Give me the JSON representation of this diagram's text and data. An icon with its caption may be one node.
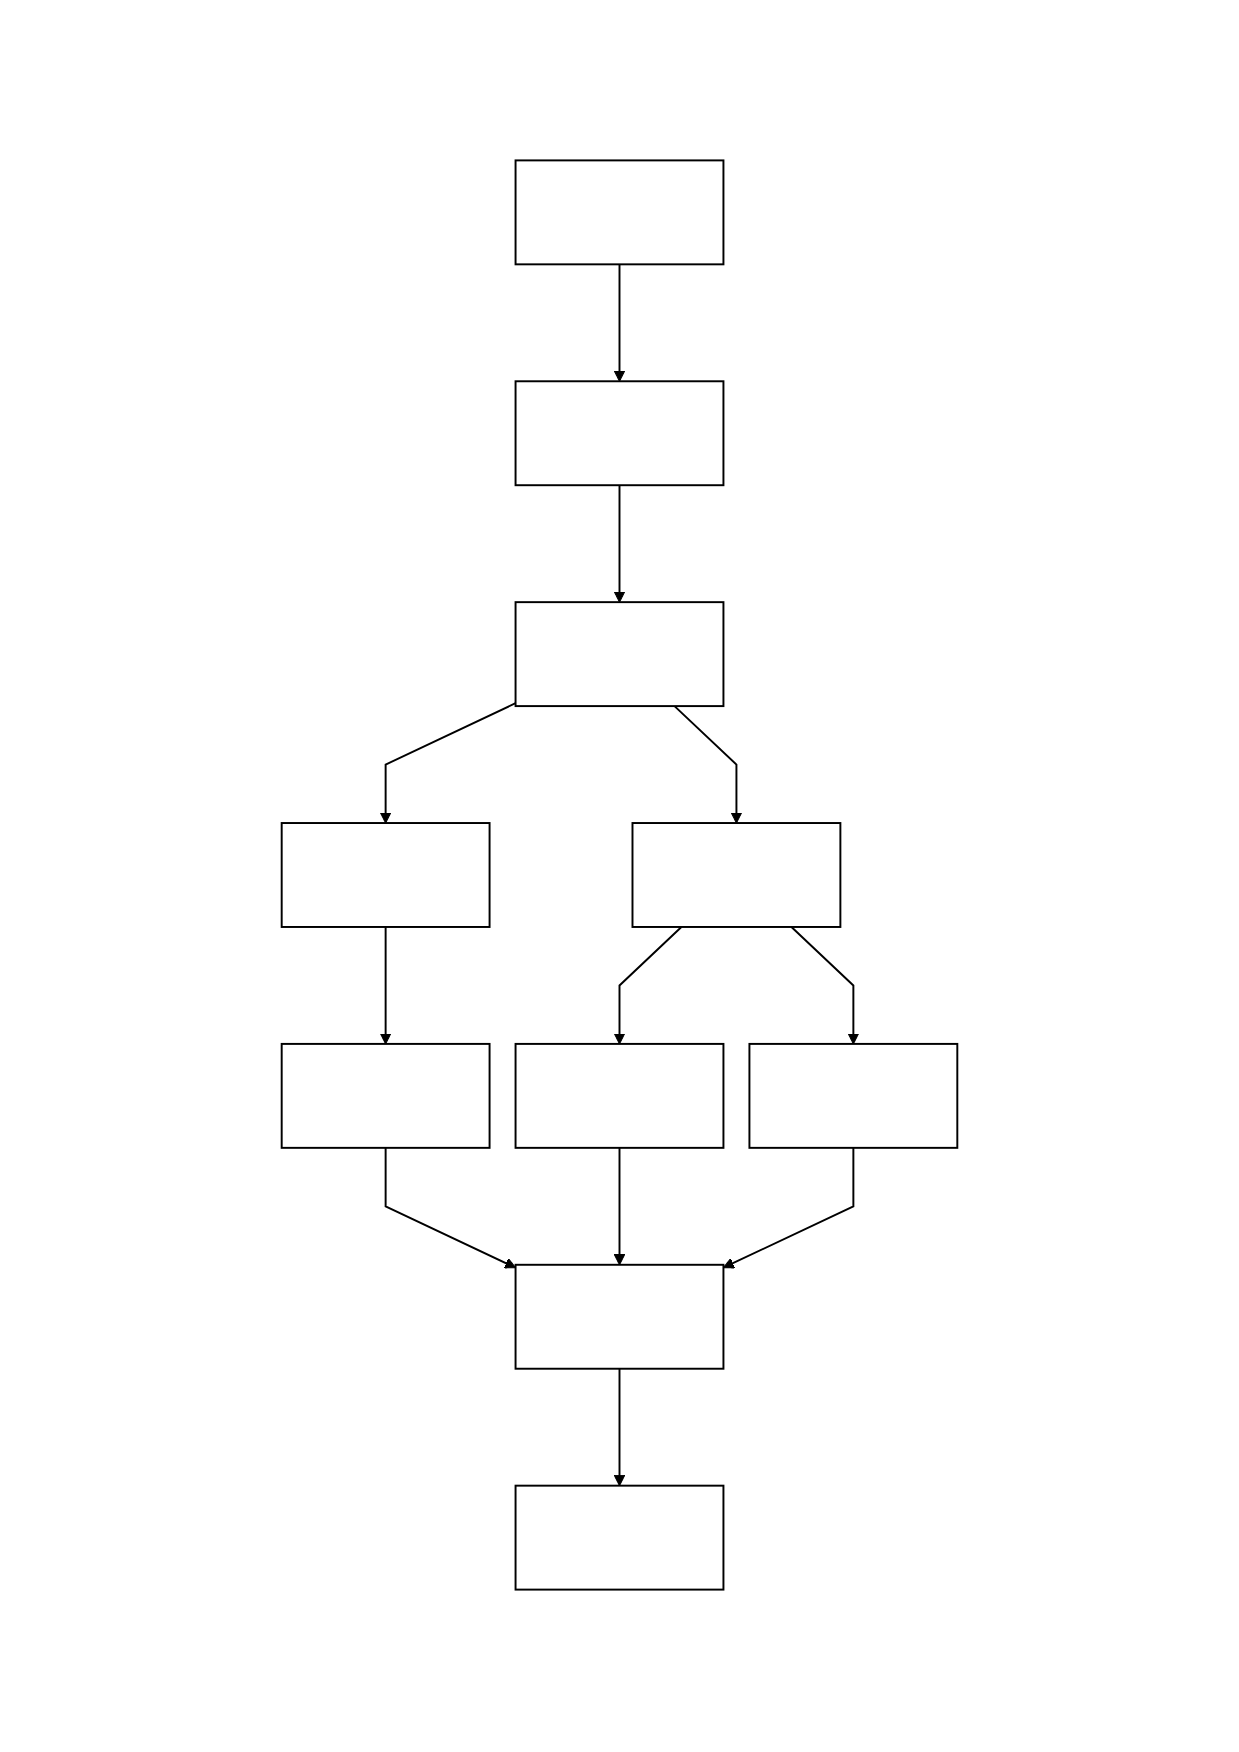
{
  "diagram": {
    "nodes": [
      {
        "text": [],
        "shape": "box"
      },
      {
        "text": [],
        "shape": "box"
      },
      {
        "text": [],
        "shape": "box"
      },
      {
        "text": [],
        "shape": "box"
      },
      {
        "text": [],
        "shape": "box"
      },
      {
        "text": [],
        "shape": "box"
      },
      {
        "text": [],
        "shape": "box"
      },
      {
        "text": [],
        "shape": "box"
      },
      {
        "text": [],
        "shape": "box"
      },
      {
        "text": [],
        "shape": "box"
      }
    ],
    "edges": [
      {
        "from": 0,
        "to": 1,
        "arrow": "to"
      },
      {
        "from": 1,
        "to": 2,
        "arrow": "to"
      },
      {
        "from": 2,
        "to": 3,
        "arrow": "to"
      },
      {
        "from": 2,
        "to": 4,
        "arrow": "to"
      },
      {
        "from": 3,
        "to": 5,
        "arrow": "to"
      },
      {
        "from": 4,
        "to": 6,
        "arrow": "to"
      },
      {
        "from": 4,
        "to": 7,
        "arrow": "to"
      },
      {
        "from": 5,
        "to": 8,
        "arrow": "to"
      },
      {
        "from": 6,
        "to": 8,
        "arrow": "to"
      },
      {
        "from": 7,
        "to": 8,
        "arrow": "to"
      },
      {
        "from": 8,
        "to": 9,
        "arrow": "to"
      }
    ]
  }
}
